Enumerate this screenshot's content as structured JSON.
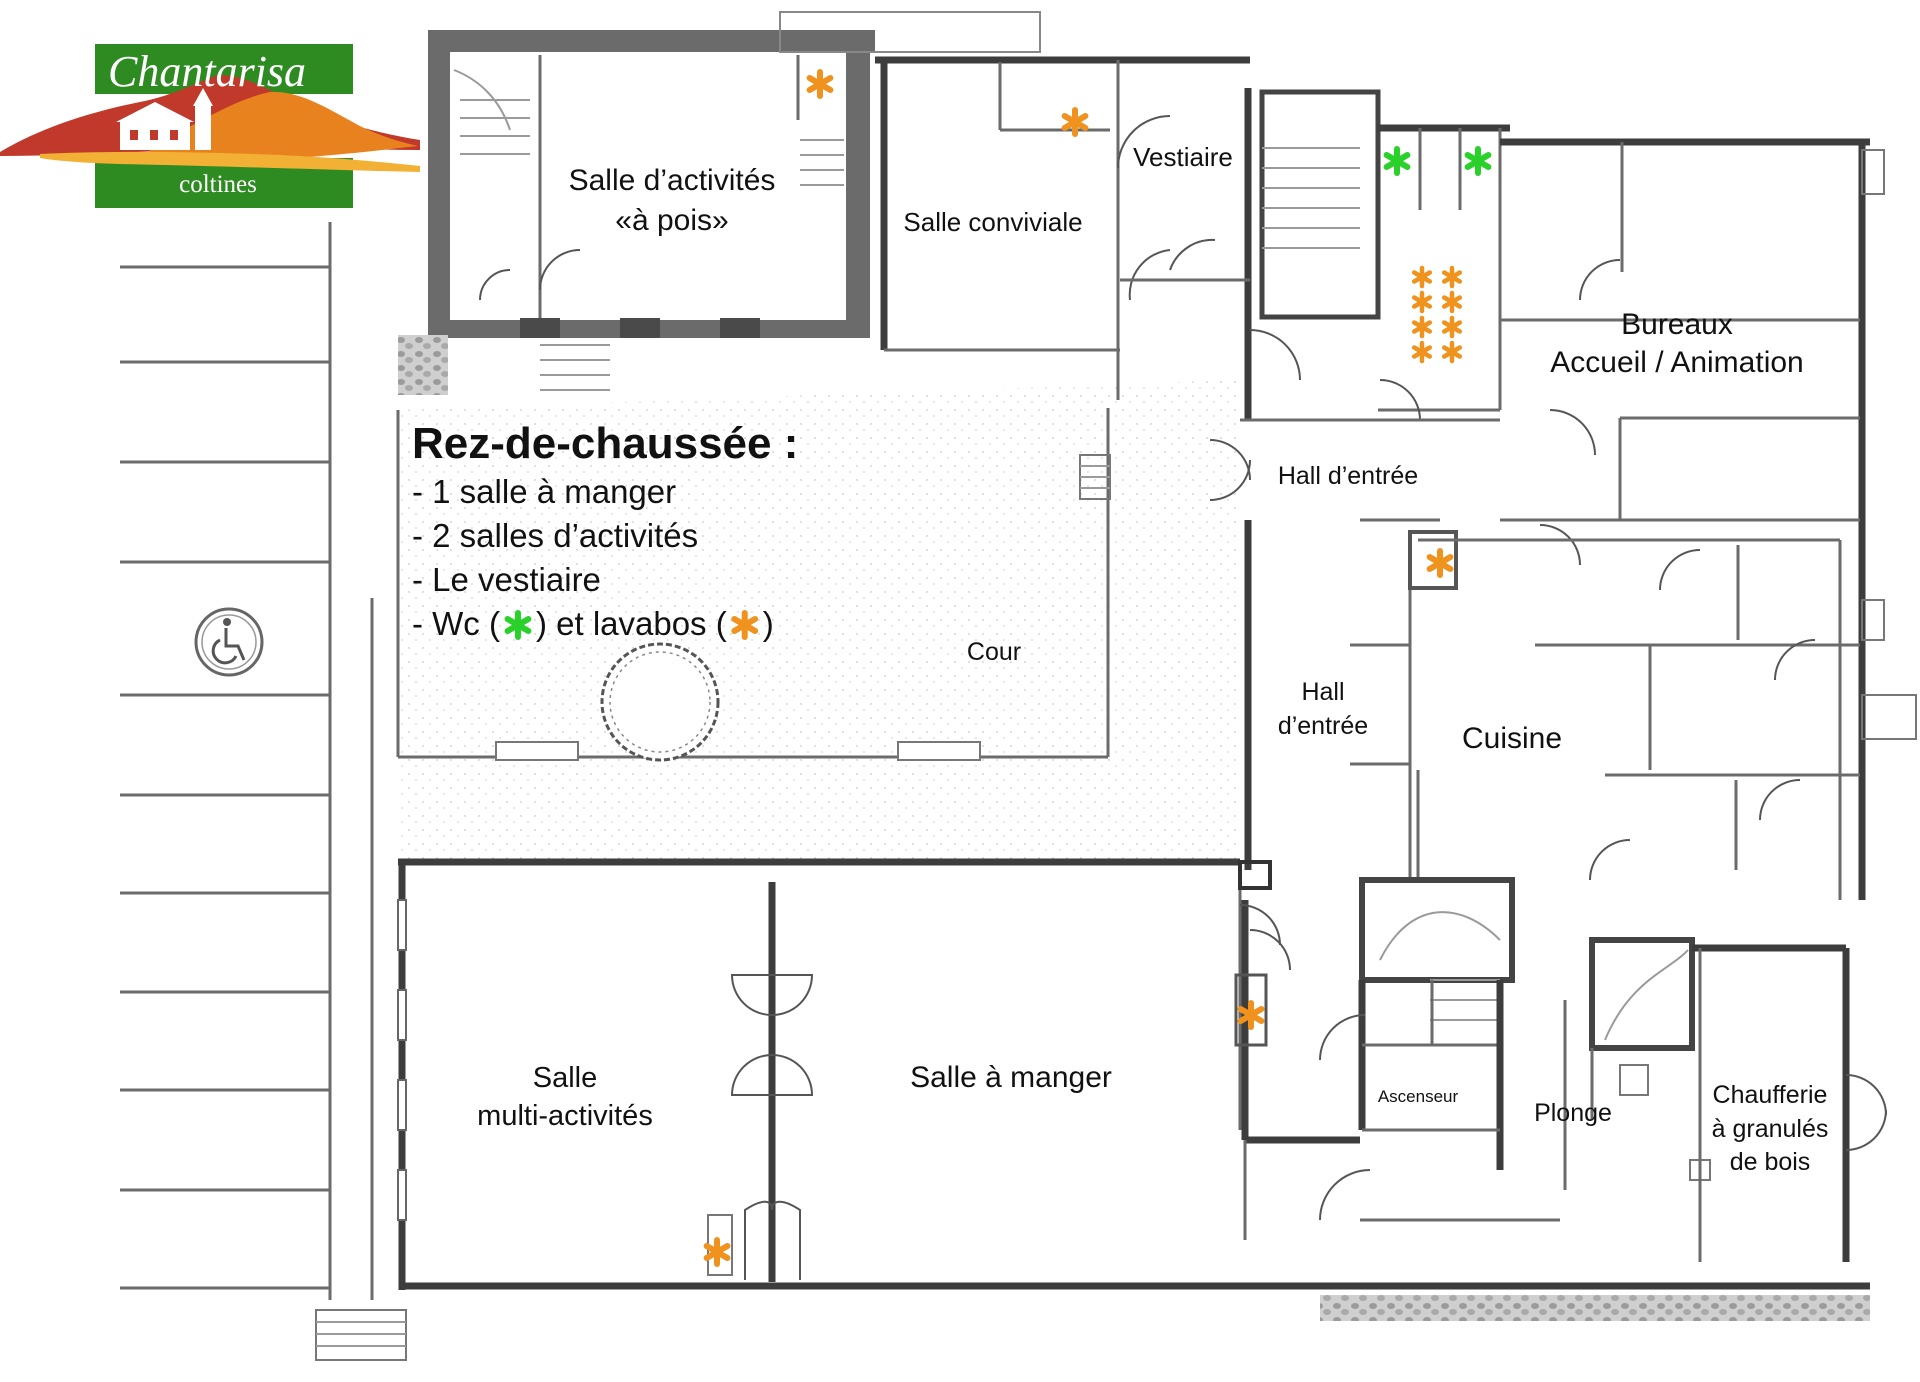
{
  "logo": {
    "brand": "Chantarisa",
    "place": "coltines",
    "colors": {
      "green": "#2e8b22",
      "red": "#c0392b",
      "orange": "#e8821e"
    }
  },
  "legend": {
    "title": "Rez-de-chaussée :",
    "items": [
      "- 1 salle à manger",
      "- 2 salles d’activités",
      "- Le vestiaire"
    ],
    "wc_prefix": "- Wc (",
    "wc_mid": ") et lavabos (",
    "wc_suffix": ")"
  },
  "markers": {
    "wc_color": "#2bd12b",
    "lavabo_color": "#f0921e",
    "wc_icon": "green-asterisk-icon",
    "lavabo_icon": "orange-asterisk-icon"
  },
  "rooms": {
    "salle_activites_1": "Salle d’activités",
    "salle_activites_2": "«à pois»",
    "salle_conviviale": "Salle conviviale",
    "vestiaire": "Vestiaire",
    "bureaux_1": "Bureaux",
    "bureaux_2": "Accueil / Animation",
    "hall_entree_top": "Hall d’entrée",
    "cour": "Cour",
    "hall_entree_mid_1": "Hall",
    "hall_entree_mid_2": "d’entrée",
    "cuisine": "Cuisine",
    "salle_multi_1": "Salle",
    "salle_multi_2": "multi-activités",
    "salle_manger": "Salle à manger",
    "ascenseur": "Ascenseur",
    "plonge": "Plonge",
    "chaufferie_1": "Chaufferie",
    "chaufferie_2": "à granulés",
    "chaufferie_3": "de bois"
  }
}
